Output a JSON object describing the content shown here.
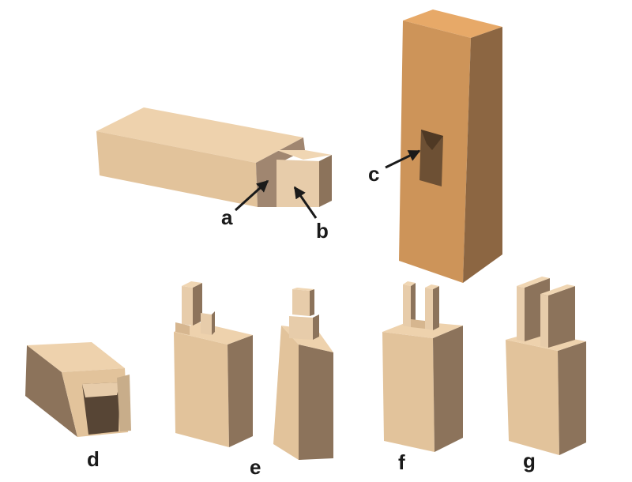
{
  "figure": {
    "labels": {
      "a": "a",
      "b": "b",
      "c": "c",
      "d": "d",
      "e": "e",
      "f": "f",
      "g": "g"
    },
    "colors": {
      "light_top": "#eed2ad",
      "light_front": "#e2c39b",
      "light_side": "#8c735b",
      "shoulder": "#a08670",
      "post_top": "#e7a968",
      "post_front": "#cd9459",
      "post_side": "#8c6642",
      "mortise": "#6d5034",
      "cavity": "#574535",
      "arrow": "#1a1a1a",
      "label_text": "#1a1a1a"
    }
  }
}
